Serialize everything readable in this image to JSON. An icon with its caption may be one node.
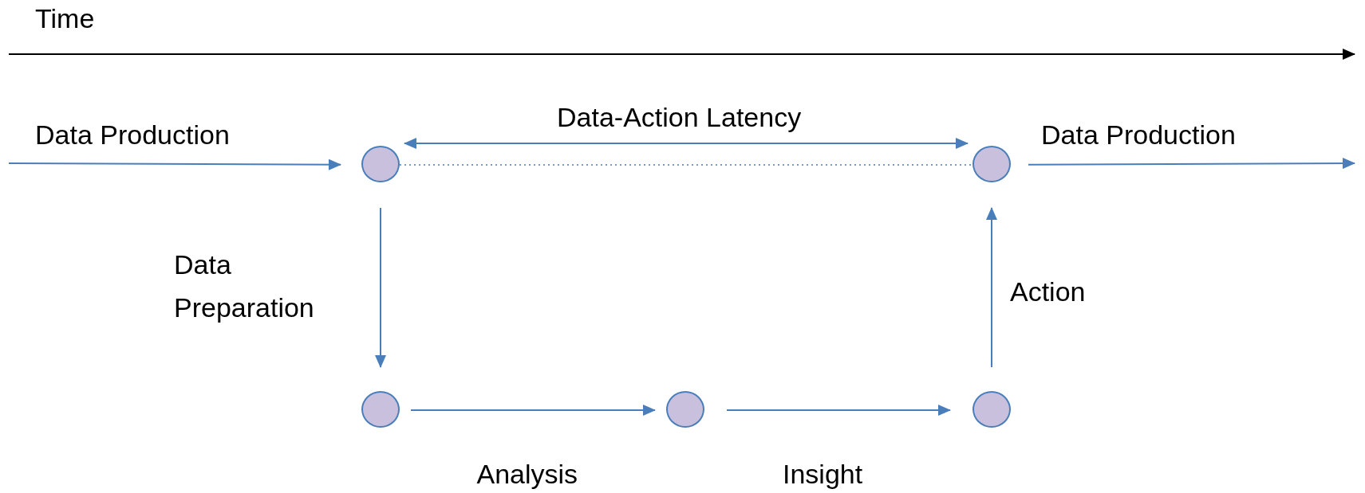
{
  "diagram": {
    "nodes": [
      {
        "text": [],
        "shape": "circle"
      },
      {
        "text": [],
        "shape": "circle"
      },
      {
        "text": [],
        "shape": "circle"
      },
      {
        "text": [],
        "shape": "circle"
      },
      {
        "text": [],
        "shape": "circle"
      }
    ],
    "edges": [
      {
        "from": null,
        "to": 0,
        "arrow": "to",
        "label": "Data Production"
      },
      {
        "from": 0,
        "to": 1,
        "arrow": "both",
        "label": "Data-Action Latency"
      },
      {
        "from": 0,
        "to": 1,
        "arrow": "none",
        "style": "dashed"
      },
      {
        "from": 1,
        "to": null,
        "arrow": "to",
        "label": "Data Production"
      },
      {
        "from": 0,
        "to": 2,
        "arrow": "to",
        "label": "Data Preparation"
      },
      {
        "from": 2,
        "to": 3,
        "arrow": "to",
        "label": "Analysis"
      },
      {
        "from": 3,
        "to": 4,
        "arrow": "to",
        "label": "Insight"
      },
      {
        "from": 4,
        "to": 1,
        "arrow": "to",
        "label": "Action"
      }
    ],
    "labels": [
      "Time"
    ]
  }
}
